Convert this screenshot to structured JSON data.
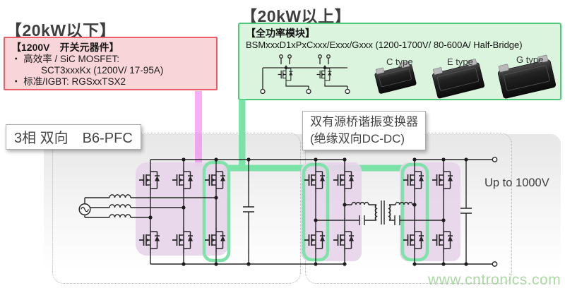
{
  "titles": {
    "left": "【20kW以下】",
    "right": "【20kW以上】"
  },
  "switch_box": {
    "header": "【1200V　开关元器件】",
    "item1": "・ 高效率 / SiC MOSFET:",
    "item1_sub": "SCT3xxxKx (1200V/ 17-95A)",
    "item2": "・ 标准/IGBT: RGSxxTSX2"
  },
  "module_box": {
    "header": "【全功率模块】",
    "part_number": "BSMxxxD1xPxCxxx/Exxx/Gxxx (1200-1700V/ 80-600A/ Half-Bridge)",
    "types": [
      {
        "label": "C type"
      },
      {
        "label": "E type"
      },
      {
        "label": "G type"
      }
    ]
  },
  "diagram": {
    "pfc_label": "3相 双向　B6-PFC",
    "dab_label_line1": "双有源桥谐振变换器",
    "dab_label_line2": "(绝缘双向DC-DC)",
    "output_voltage": "Up to 1000V"
  },
  "watermark": "www.cntronics.com",
  "colors": {
    "switch_box_border": "#e85d66",
    "switch_box_fill": "#f8d5d8",
    "module_box_border": "#4cc879",
    "module_box_fill": "#dbf4de",
    "pink_connector": "#f07ef0",
    "green_connector": "#7be3a7",
    "highlight_purple": "#e7d4e9",
    "green_outline": "#7ee3a8",
    "wire": "#262626"
  }
}
